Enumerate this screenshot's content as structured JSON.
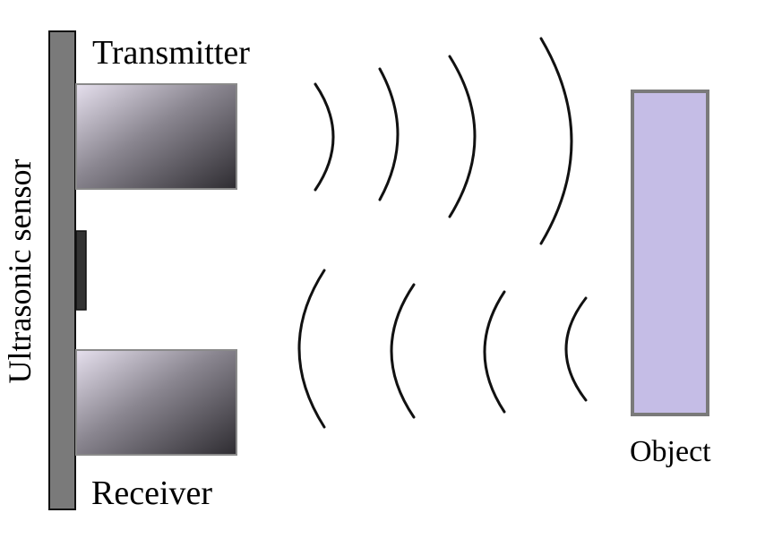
{
  "labels": {
    "transmitter": "Transmitter",
    "receiver": "Receiver",
    "object": "Object",
    "sensor": "Ultrasonic sensor"
  },
  "colors": {
    "board": "#7a7a7a",
    "board_edge": "#111111",
    "component_dark": "#333333",
    "module_light": "#e6e0ee",
    "module_mid": "#8a8690",
    "module_dark": "#2e2c31",
    "module_border": "#8a8a8a",
    "object_fill": "#c5bde6",
    "object_border": "#7a7a7a",
    "wave": "#111111"
  },
  "waves": {
    "transmitted_count": 4,
    "reflected_count": 4
  }
}
